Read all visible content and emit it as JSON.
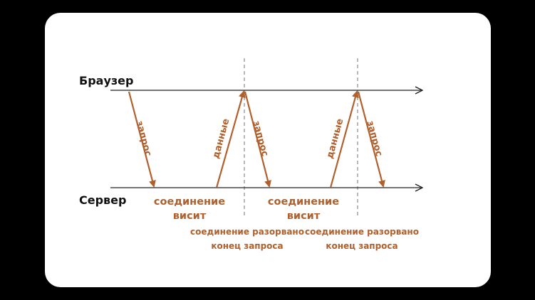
{
  "colors": {
    "frame": "#000000",
    "card": "#ffffff",
    "accent": "#b0602c",
    "timeline": "#222222",
    "divider": "#888888"
  },
  "lanes": {
    "browser": "Браузер",
    "server": "Сервер"
  },
  "cycles": [
    {
      "request_label": "запрос",
      "data_label": "данные",
      "hang_line1": "соединение",
      "hang_line2": "висит",
      "note_line1": "соединение разорвано",
      "note_line2": "конец запроса"
    },
    {
      "request_label": "запрос",
      "data_label": "данные",
      "hang_line1": "соединение",
      "hang_line2": "висит",
      "note_line1": "соединение разорвано",
      "note_line2": "конец запроса"
    }
  ],
  "final_request_label": "запрос"
}
